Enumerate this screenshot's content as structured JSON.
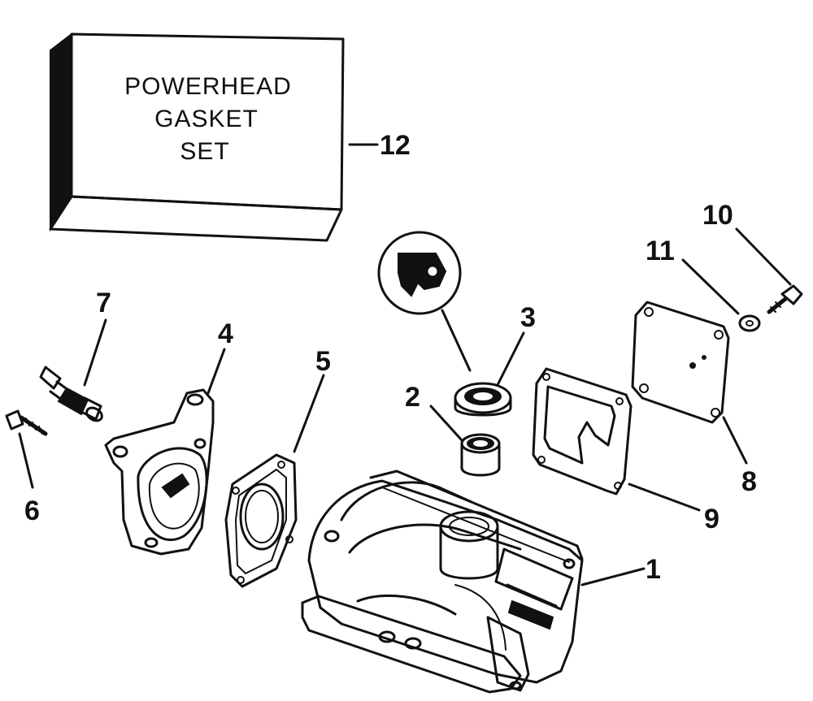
{
  "gasket_box": {
    "line1": "POWERHEAD",
    "line2": "GASKET",
    "line3": "SET"
  },
  "callouts": {
    "c1": "1",
    "c2": "2",
    "c3": "3",
    "c4": "4",
    "c5": "5",
    "c6": "6",
    "c7": "7",
    "c8": "8",
    "c9": "9",
    "c10": "10",
    "c11": "11",
    "c12": "12"
  }
}
